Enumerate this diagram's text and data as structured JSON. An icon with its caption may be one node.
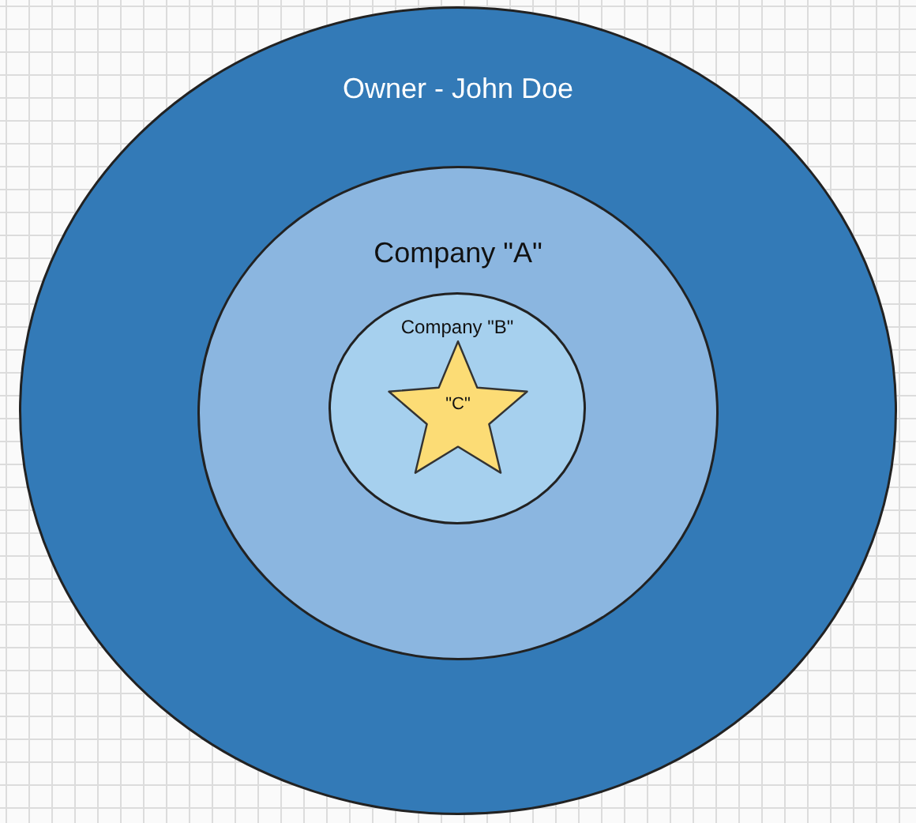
{
  "diagram": {
    "nodes": [
      {
        "text": [
          "Owner - John Doe"
        ]
      },
      {
        "text": [
          "Company \"A\""
        ],
        "in": 0
      },
      {
        "text": [
          "Company \"B\""
        ],
        "in": 1
      },
      {
        "text": [
          "\"C\""
        ],
        "in": 2
      }
    ]
  }
}
